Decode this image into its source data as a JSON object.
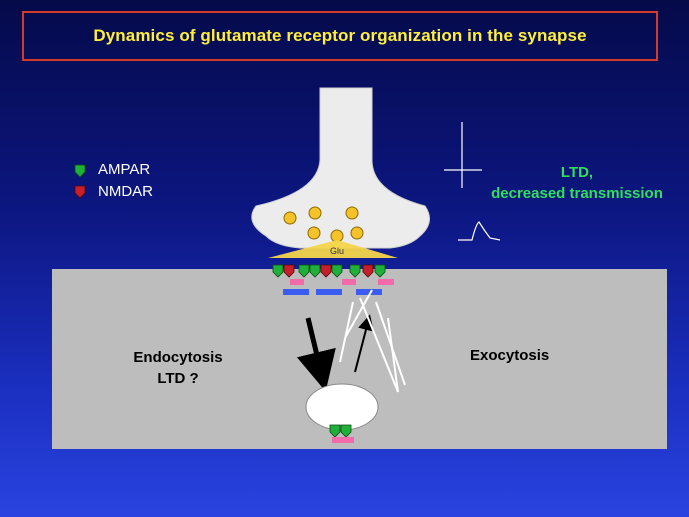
{
  "title": "Dynamics of glutamate receptor organization in the synapse",
  "legend": {
    "ampar": "AMPAR",
    "nmdar": "NMDAR"
  },
  "presynapse": {
    "transmitter_label": "Glu"
  },
  "result": {
    "line1": "LTD,",
    "line2": "decreased transmission"
  },
  "labels": {
    "endocytosis": "Endocytosis",
    "ltd_question": "LTD ?",
    "exocytosis": "Exocytosis"
  },
  "colors": {
    "title_text": "#ffee3a",
    "title_border": "#d23a2a",
    "ampar": "#1fb03a",
    "nmdar": "#c81e2a",
    "vesicle": "#f5c22a",
    "psd_pink": "#f26aa8",
    "psd_blue": "#3a5cf0",
    "result_text": "#2fe05a",
    "postsynapse": "#bdbdbd"
  }
}
